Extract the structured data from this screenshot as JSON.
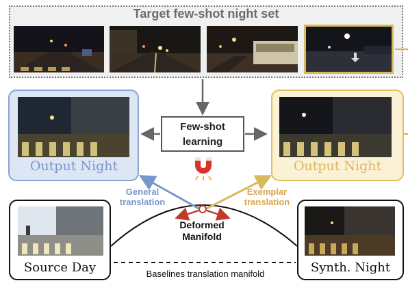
{
  "target_set": {
    "title": "Target few-shot night set"
  },
  "center": {
    "line1": "Few-shot",
    "line2": "learning"
  },
  "left_panel": {
    "label": "Output Night"
  },
  "right_panel": {
    "label": "Output Night"
  },
  "arrows": {
    "general_line1": "General",
    "general_line2": "translation",
    "exemplar_line1": "Exemplar",
    "exemplar_line2": "translation"
  },
  "manifold": {
    "line1": "Deformed",
    "line2": "Manifold",
    "baseline": "Baselines translation manifold"
  },
  "source": {
    "label": "Source Day"
  },
  "synth": {
    "label": "Synth. Night"
  },
  "colors": {
    "blue": "#7a97cc",
    "yellow": "#d9b95c",
    "red": "#c0392b",
    "gray": "#666666"
  },
  "icons": {
    "magnet": "magnet-icon"
  }
}
